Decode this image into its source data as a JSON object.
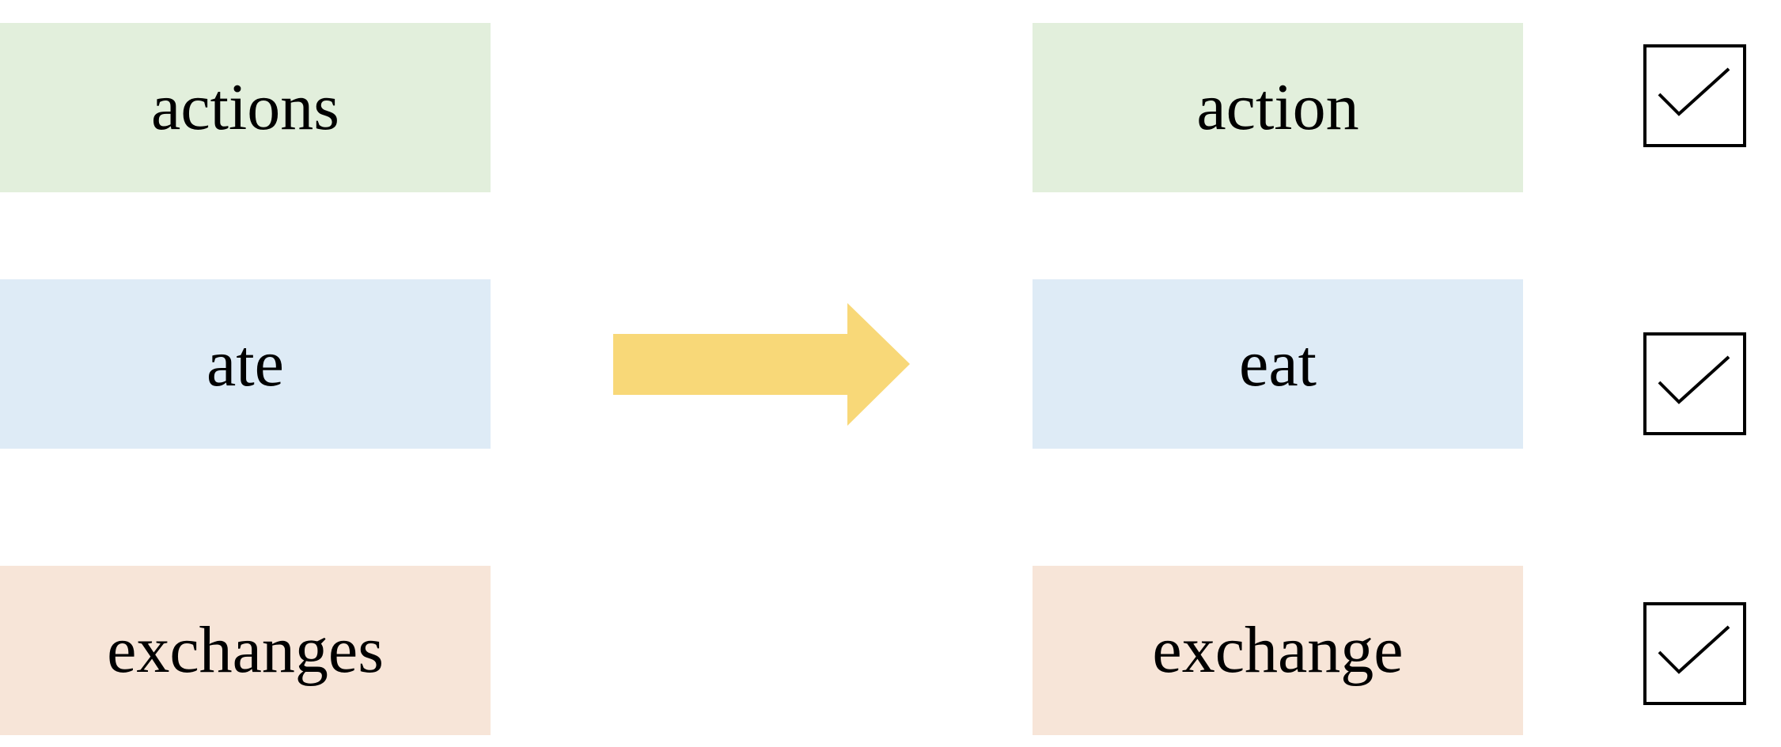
{
  "colors": {
    "green_fill": "#e2efdc",
    "blue_fill": "#deebf6",
    "orange_fill": "#f7e5d8",
    "arrow_fill": "#f8d878",
    "check_stroke": "#000000"
  },
  "rows": [
    {
      "input": "actions",
      "output": "action",
      "color": "green",
      "checked": true
    },
    {
      "input": "ate",
      "output": "eat",
      "color": "blue",
      "checked": true
    },
    {
      "input": "exchanges",
      "output": "exchange",
      "color": "orange",
      "checked": true
    }
  ],
  "arrow_icon": "right-arrow-icon",
  "check_icon": "checkbox-checked-icon"
}
